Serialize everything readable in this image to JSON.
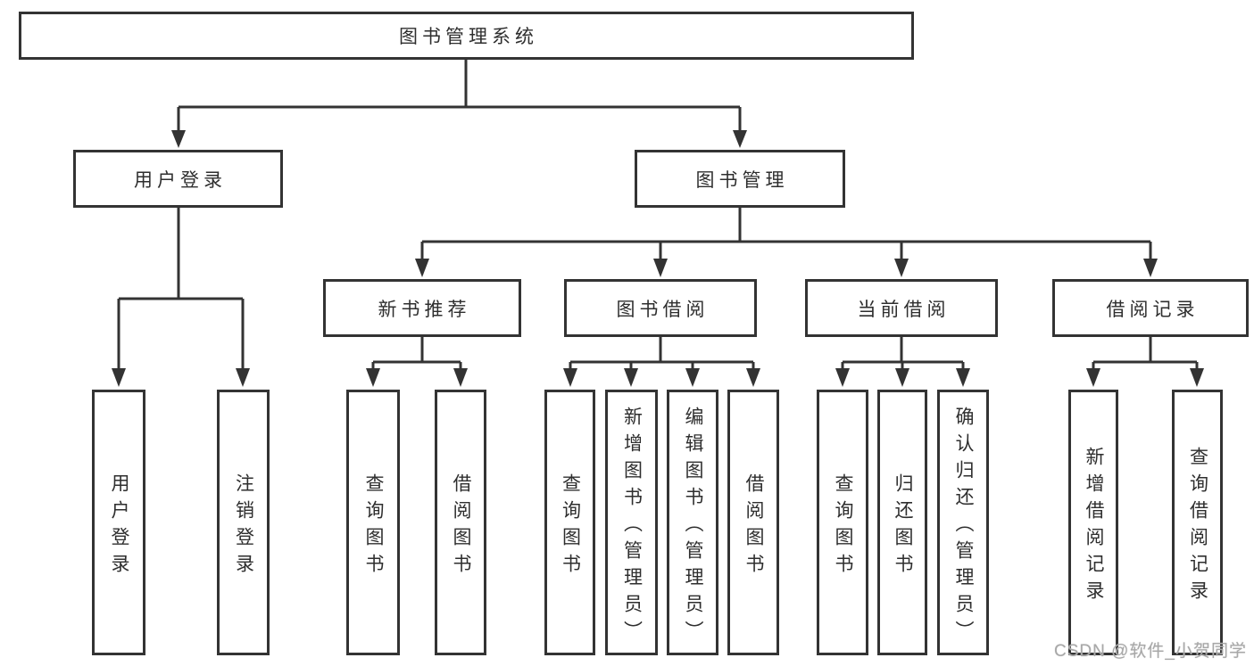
{
  "colors": {
    "line": "#333333",
    "box_border": "#333333",
    "background": "#ffffff",
    "watermark": "#a8a8a8"
  },
  "watermark": {
    "text": "CSDN @软件_小贺同学"
  },
  "nodes": {
    "root": "图书管理系统",
    "level1": {
      "user_login": "用户登录",
      "book_mgmt": "图书管理"
    },
    "level2": {
      "new_books": "新书推荐",
      "book_borrow": "图书借阅",
      "current_borrow": "当前借阅",
      "borrow_records": "借阅记录"
    },
    "leaves": {
      "user_login": "用户登录",
      "logout": "注销登录",
      "nb_query_book": "查询图书",
      "nb_borrow_book": "借阅图书",
      "bb_query_book": "查询图书",
      "bb_add_book": "新增图书（管理员）",
      "bb_edit_book": "编辑图书（管理员）",
      "bb_borrow_book": "借阅图书",
      "cb_query_book": "查询图书",
      "cb_return_book": "归还图书",
      "cb_confirm_return": "确认归还（管理员）",
      "br_add_record": "新增借阅记录",
      "br_query_record": "查询借阅记录"
    }
  }
}
